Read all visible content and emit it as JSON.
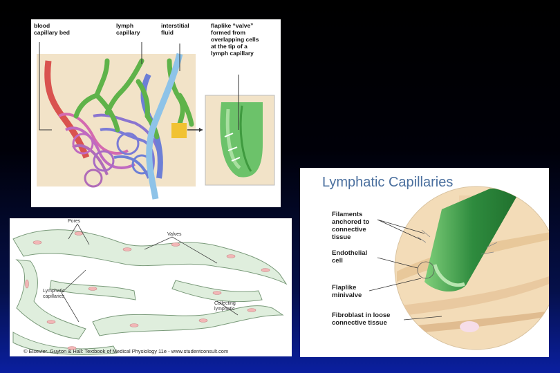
{
  "panel1": {
    "labels": {
      "blood": "blood\ncapillary bed",
      "lymph": "lymph\ncapillary",
      "interstitial": "interstitial\nfluid",
      "flaplike": "flaplike “valve”\nformed from\noverlapping cells\nat the tip of a\nlymph capillary"
    },
    "colors": {
      "tissue": "#f2e3c8",
      "blood_red": "#d9534f",
      "blood_purple": "#b06bb8",
      "blood_blue": "#6d7fd6",
      "lymph_green": "#5fb34a",
      "vessel_blue": "#8ec3e8",
      "marker": "#f1c232"
    }
  },
  "panel2": {
    "labels": {
      "pores": "Pores",
      "valves": "Valves",
      "lymphatic_capillaries": "Lymphatic\ncapillaries",
      "collecting": "Collecting\nlymphatic"
    },
    "credit": "© Elsevier. Guyton & Hall: Textbook of Medical Physiology 11e - www.studentconsult.com",
    "colors": {
      "cell": "#dfeedd",
      "nucleus": "#f2b6b6",
      "outline": "#7a9a7a"
    }
  },
  "panel3": {
    "title": "Lymphatic Capillaries",
    "labels": {
      "filaments": "Filaments\nanchored to\nconnective\ntissue",
      "endothelial": "Endothelial\ncell",
      "flaplike": "Flaplike\nminivalve",
      "fibroblast": "Fibroblast in loose\nconnective tissue"
    },
    "colors": {
      "title": "#4a6f9e",
      "circle_bg": "#f3dcb8",
      "tube": "#2e8b3e",
      "tube_light": "#7fcf7a"
    }
  }
}
